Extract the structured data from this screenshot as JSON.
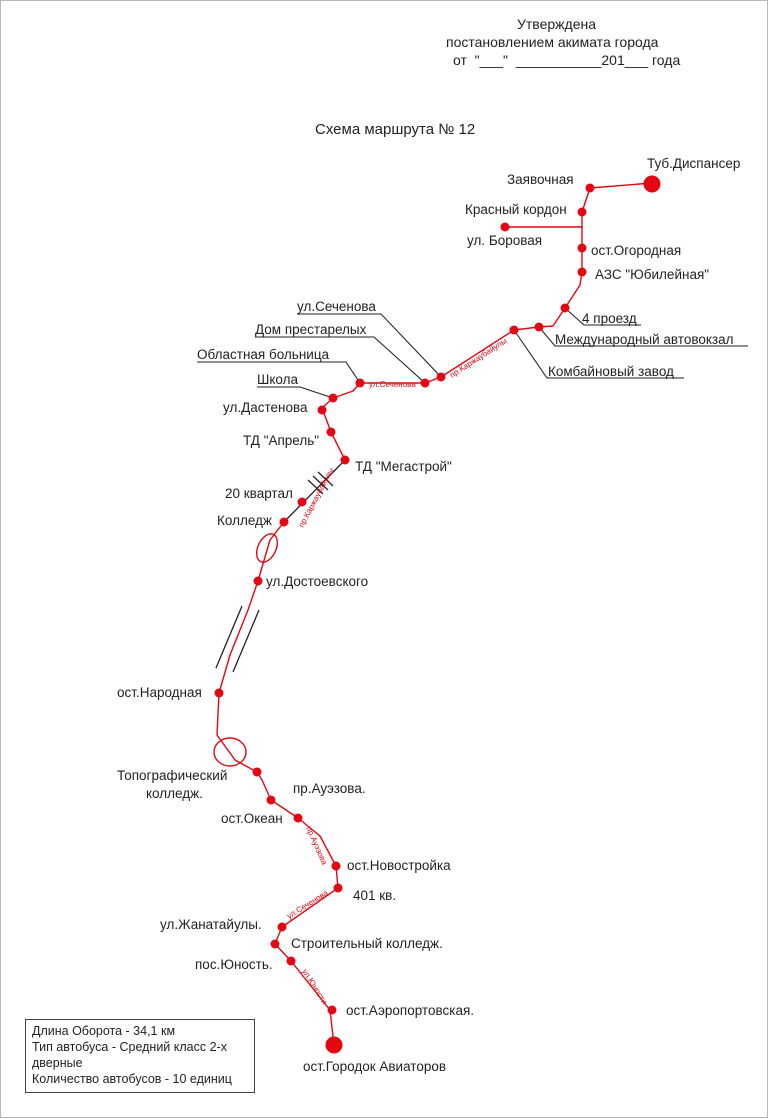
{
  "header": {
    "approved": "Утверждена",
    "decree": "постановлением акимата города",
    "date": "от  \"___\"  ___________201___ года"
  },
  "title": "Схема маршрута № 12",
  "colors": {
    "route": "#e30613",
    "text": "#222222",
    "leader": "#222222"
  },
  "stops": {
    "tub_dispenser": "Туб.Диспансер",
    "zayavochnaya": "Заявочная",
    "krasny_kordon": "Красный кордон",
    "ul_borovaya": "ул. Боровая",
    "ost_ogorodnaya": "ост.Огородная",
    "azs_yubileinaya": "АЗС \"Юбилейная\"",
    "proezd_4": "4 проезд",
    "mezhdunarodny_avtovokzal": "Международный автовокзал",
    "kombainovy_zavod": "Комбайновый завод",
    "ul_sechenova": "ул.Сеченова",
    "dom_prestarelykh": "Дом престарелых",
    "oblastnaya_bolnitsa": "Областная больница",
    "shkola": "Школа",
    "ul_dastenova": "ул.Дастенова",
    "td_aprel": "ТД \"Апрель\"",
    "td_megastroi": "ТД \"Мегастрой\"",
    "kvartal_20": "20 квартал",
    "kolledzh": "Колледж",
    "ul_dostoevskogo": "ул.Достоевского",
    "ost_narodnaya": "ост.Народная",
    "topograficheskiy_1": "Топографический",
    "topograficheskiy_2": "колледж.",
    "pr_auezova": "пр.Ауэзова.",
    "ost_okean": "ост.Океан",
    "ost_novostroika": "ост.Новостройка",
    "kv_401": "401 кв.",
    "ul_zhanataiuly": "ул.Жанатайулы.",
    "stroitelny_kolledzh": "Строительный колледж.",
    "pos_yunost": "пос.Юность.",
    "ost_aeroportovskaya": "ост.Аэропортовская.",
    "ost_gorodok_aviatorov": "ост.Городок Авиаторов"
  },
  "streets": {
    "pr_karzhaubaiuly_1": "пр.Каржаубайулы",
    "ul_sechenova_small": "ул.Сеченова",
    "pr_karzhaubaiuly_2": "пр.Каржаубайулы",
    "pr_auezova_small": "пр.Ауэзова",
    "ul_sechenova_2": "ул.Сеченова",
    "ul_yunosti": "ул.Юности"
  },
  "info": {
    "length": "Длина Оборота - 34,1 км",
    "bus_type": "Тип автобуса - Средний класс 2-х дверные",
    "bus_count": "Количество автобусов - 10 единиц"
  }
}
